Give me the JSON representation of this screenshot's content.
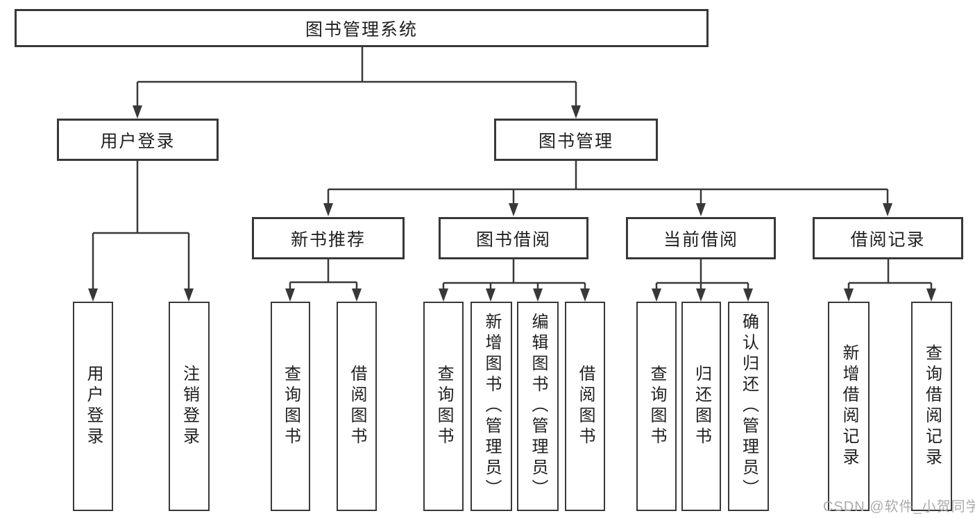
{
  "tree": {
    "label": "图书管理系统",
    "children": [
      {
        "label": "用户登录",
        "children": [
          {
            "label": "用户登录"
          },
          {
            "label": "注销登录"
          }
        ]
      },
      {
        "label": "图书管理",
        "children": [
          {
            "label": "新书推荐",
            "children": [
              {
                "label": "查询图书"
              },
              {
                "label": "借阅图书"
              }
            ]
          },
          {
            "label": "图书借阅",
            "children": [
              {
                "label": "查询图书"
              },
              {
                "label": "新增图书（管理员）"
              },
              {
                "label": "编辑图书（管理员）"
              },
              {
                "label": "借阅图书"
              }
            ]
          },
          {
            "label": "当前借阅",
            "children": [
              {
                "label": "查询图书"
              },
              {
                "label": "归还图书"
              },
              {
                "label": "确认归还（管理员）"
              }
            ]
          },
          {
            "label": "借阅记录",
            "children": [
              {
                "label": "新增借阅记录"
              },
              {
                "label": "查询借阅记录"
              }
            ]
          }
        ]
      }
    ]
  },
  "watermark": "CSDN @软件_小贺同学",
  "colors": {
    "line": "#383838",
    "box_border": "#383838",
    "text": "#1f1f1f",
    "watermark": "#ababab",
    "background": "#ffffff"
  }
}
